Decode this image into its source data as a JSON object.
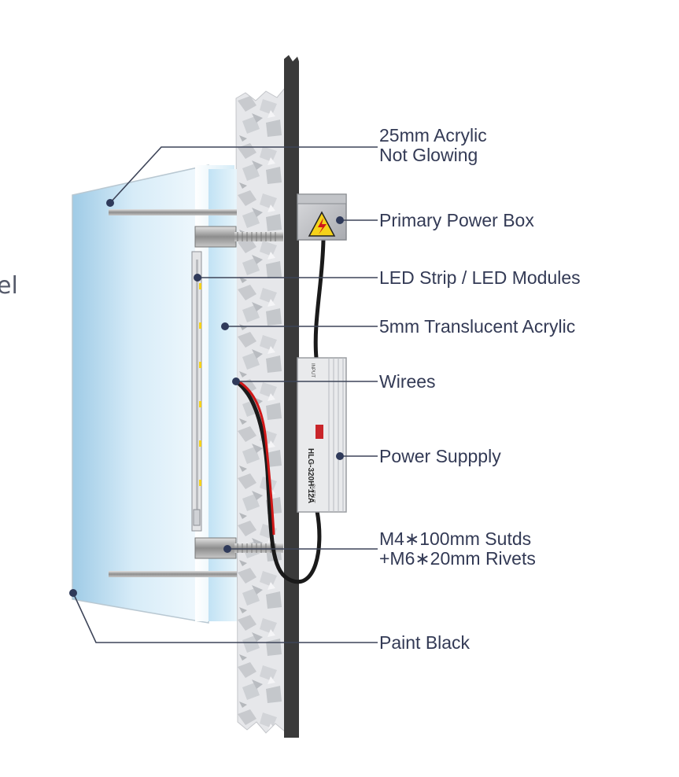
{
  "edge_fragment": "el",
  "labels": {
    "acrylic_25": [
      "25mm Acrylic",
      "Not Glowing"
    ],
    "power_box": "Primary Power Box",
    "led_strip": "LED Strip / LED Modules",
    "translucent": "5mm Translucent  Acrylic",
    "wires": "Wirees",
    "power_supply": "Power  Suppply",
    "studs": [
      "M4∗100mm Sutds",
      "+M6∗20mm  Rivets"
    ],
    "paint_black": "Paint Black"
  },
  "psu_texts": {
    "model": "HLG-320H-12A",
    "input": "INPUT",
    "output": "OUTPUT"
  },
  "icons": {
    "warning": "high-voltage-warning-icon"
  },
  "colors": {
    "label_text": "#333a55",
    "leader_line": "#3d4458",
    "wall": "#3a3a3a",
    "acrylic_face": "#cfe8f7",
    "cable": "#1a1a1a",
    "wire_red": "#d01818",
    "warning_yellow": "#f5d21a"
  }
}
